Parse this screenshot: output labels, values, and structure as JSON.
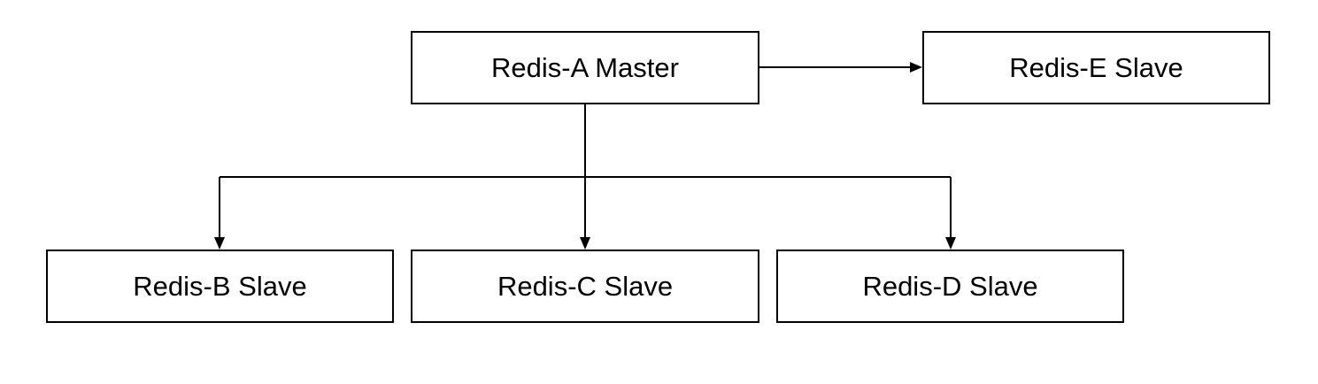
{
  "nodes": {
    "master": {
      "label": "Redis-A Master"
    },
    "slave_e": {
      "label": "Redis-E Slave"
    },
    "slave_b": {
      "label": "Redis-B Slave"
    },
    "slave_c": {
      "label": "Redis-C Slave"
    },
    "slave_d": {
      "label": "Redis-D Slave"
    }
  },
  "edges": [
    {
      "from": "master",
      "to": "slave_e"
    },
    {
      "from": "master",
      "to": "slave_b"
    },
    {
      "from": "master",
      "to": "slave_c"
    },
    {
      "from": "master",
      "to": "slave_d"
    }
  ],
  "colors": {
    "stroke": "#000000",
    "background": "#ffffff",
    "text": "#000000"
  }
}
